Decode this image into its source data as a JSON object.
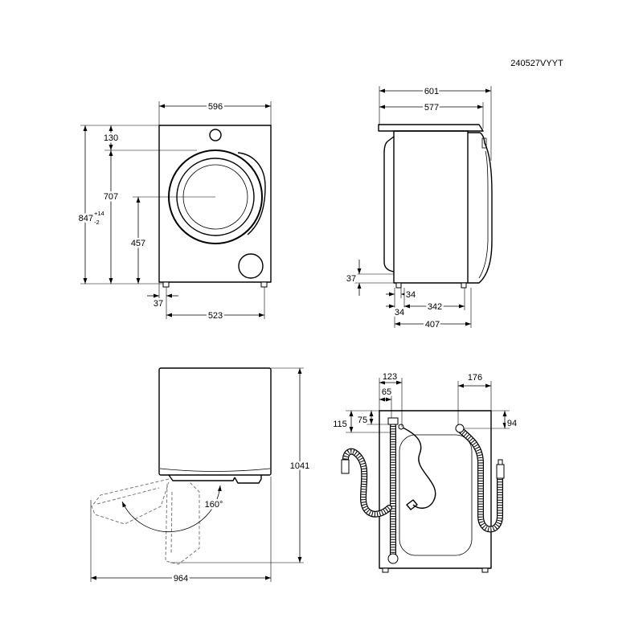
{
  "drawing_code": "240527VYYT",
  "front_view": {
    "width": "596",
    "panel_height": "130",
    "upper_height": "707",
    "total_height": "847",
    "total_height_tol_plus": "+14",
    "total_height_tol_minus": "-2",
    "door_centre_height": "457",
    "foot_offset": "37",
    "foot_spacing": "523"
  },
  "side_view": {
    "depth_overall": "601",
    "depth_top": "577",
    "base_height": "37",
    "foot_offset_upper": "34",
    "foot_spacing": "342",
    "foot_offset_lower": "34",
    "foot_depth": "407"
  },
  "top_view": {
    "depth_door_open": "1041",
    "width_door_open": "964",
    "door_opening_angle": "160°"
  },
  "rear_view": {
    "left_offset_outer": "123",
    "left_offset_inner": "65",
    "right_offset": "176",
    "left_drop_outer": "115",
    "left_drop_inner": "75",
    "right_drop": "94"
  },
  "colors": {
    "line": "#000000",
    "background": "#ffffff",
    "dashed": "#777777"
  }
}
